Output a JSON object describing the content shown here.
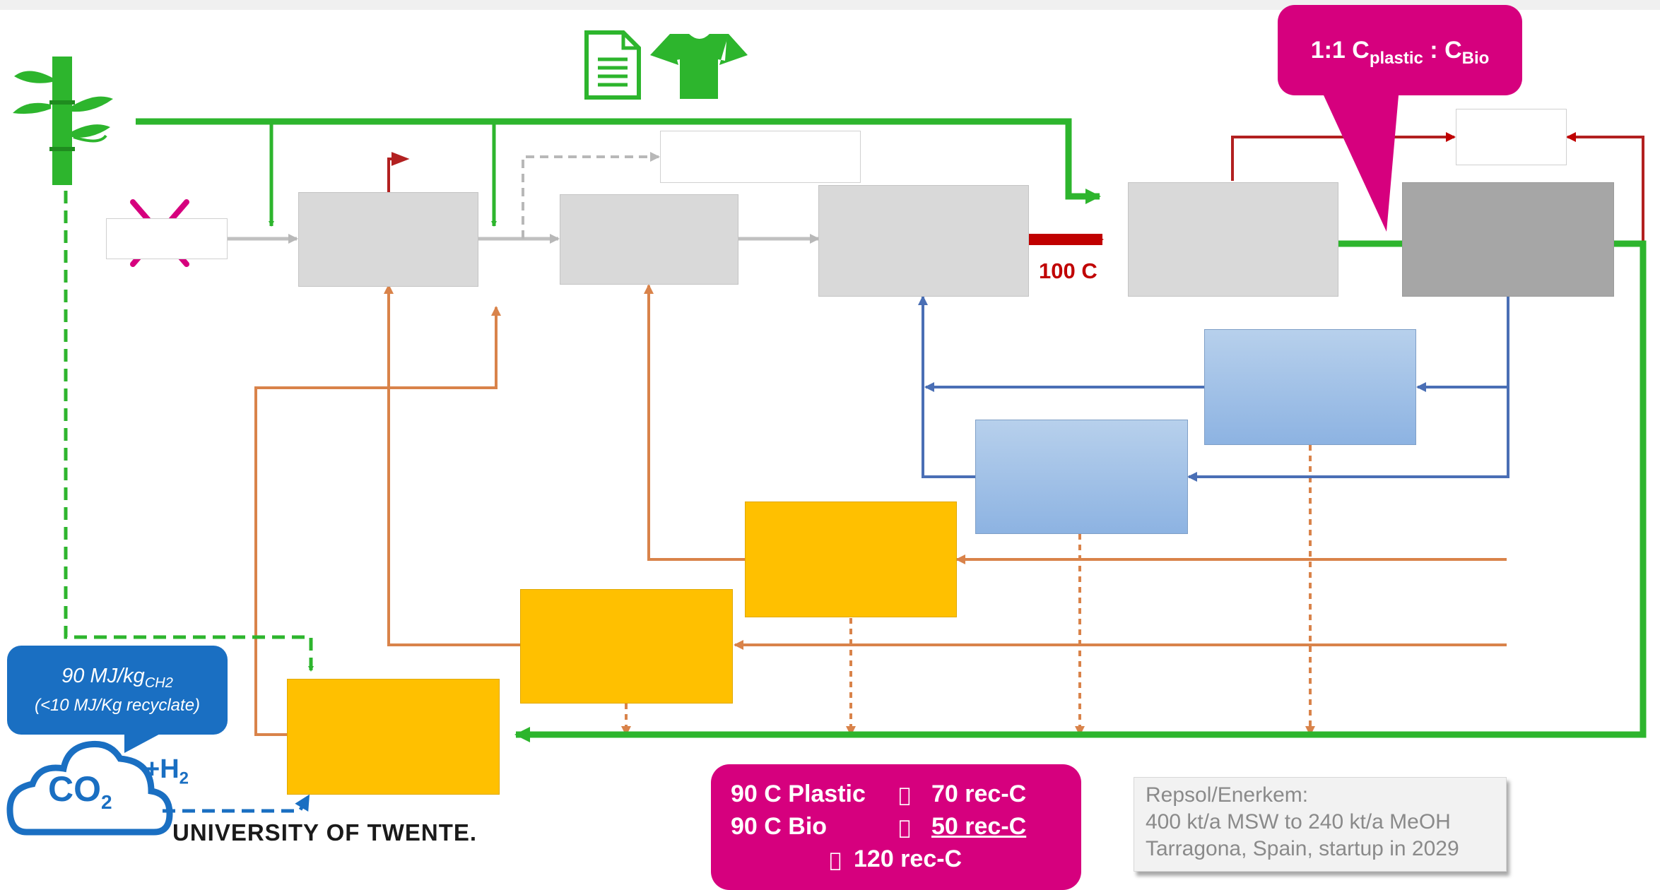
{
  "ratio_callout": {
    "prefix": "1:1 C",
    "sub1": "plastic",
    "mid": " : C",
    "sub2": "Bio"
  },
  "arrow_label": "100 C",
  "energy_callout": {
    "line1_prefix": "90 MJ/kg",
    "line1_sub": "CH2",
    "line2": "(<10 MJ/Kg recyclate)"
  },
  "co2_cloud": {
    "co": "CO",
    "co_sub": "2",
    "h": "+H",
    "h_sub": "2"
  },
  "university": "UNIVERSITY OF TWENTE.",
  "carbon_summary": {
    "row1_left": "90 C Plastic",
    "row1_right": "70 rec-C",
    "row2_left": "90 C Bio",
    "row2_right": "50 rec-C",
    "row3": "120 rec-C",
    "missing_glyph": ""
  },
  "project_note": {
    "line1": "Repsol/Enerkem:",
    "line2": "400 kt/a MSW to 240 kt/a MeOH",
    "line3": "Tarragona, Spain, startup in 2029"
  },
  "icons": [
    "bamboo-icon",
    "document-icon",
    "tshirt-icon",
    "cross-icon",
    "cloud-icon"
  ],
  "colors": {
    "green": "#2db52d",
    "magenta": "#d6007e",
    "red": "#c00000",
    "orange": "#d9834a",
    "blue": "#4a6fb5",
    "callout_blue": "#1a6fc2",
    "yellow": "#ffc000"
  }
}
